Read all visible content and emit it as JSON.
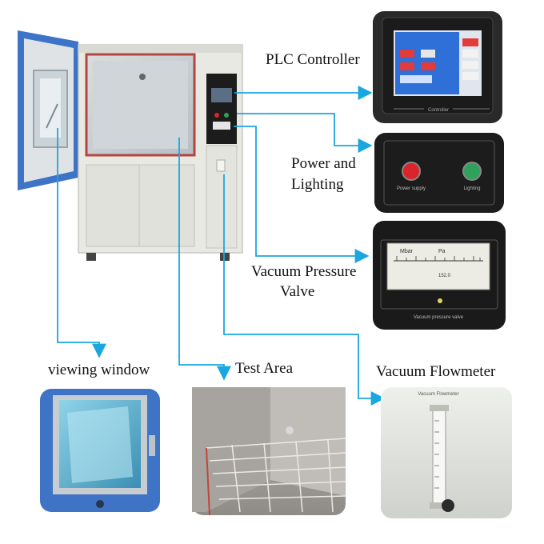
{
  "labels": {
    "plc": "PLC Controller",
    "power_line1": "Power and",
    "power_line2": "Lighting",
    "vacuum_valve_line1": "Vacuum Pressure",
    "vacuum_valve_line2": "Valve",
    "viewing_window": "viewing window",
    "test_area": "Test Area",
    "flowmeter": "Vacuum Flowmeter"
  },
  "panel_texts": {
    "controller": "Controller",
    "power_supply": "Power supply",
    "lighting": "Lighting",
    "vacuum_pressure_valve": "Vacuum pressure valve",
    "flowmeter_label": "Vacuum Flowmeter",
    "gauge_left": "Mbar",
    "gauge_mid": "Pa",
    "gauge_value": "152.0"
  },
  "colors": {
    "arrow": "#1aa7df",
    "chamber_body": "#e9e9e4",
    "door_blue": "#3d74c8",
    "panel_dark": "#1c1c1c",
    "power_red": "#d8242a",
    "lighting_green": "#2fa15a",
    "screen_blue": "#2f6fd8"
  }
}
